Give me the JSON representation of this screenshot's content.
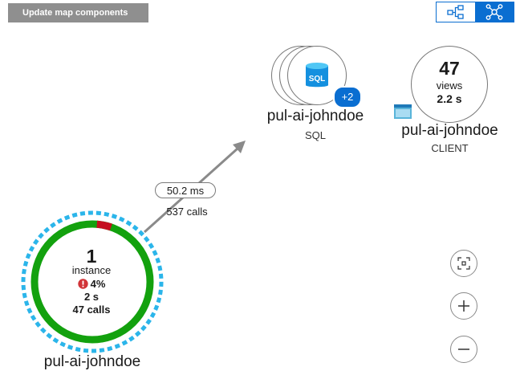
{
  "toolbar": {
    "update_label": "Update map components"
  },
  "view_toggle": {
    "options": [
      {
        "icon": "hierarchy-view-icon",
        "active": false
      },
      {
        "icon": "network-view-icon",
        "active": true
      }
    ],
    "accent": "#0a6ed1"
  },
  "edge": {
    "duration": "50.2 ms",
    "calls": "537 calls"
  },
  "sql_node": {
    "icon": "sql-database-icon",
    "icon_text": "SQL",
    "count_badge": "+2",
    "name": "pul-ai-johndoe",
    "type": "SQL"
  },
  "client_node": {
    "views_count": "47",
    "views_label": "views",
    "duration": "2.2 s",
    "icon": "browser-window-icon",
    "name": "pul-ai-johndoe",
    "type": "CLIENT"
  },
  "app_node": {
    "instances": "1",
    "instance_label": "instance",
    "failure_icon": "error-icon",
    "failure_rate": "4%",
    "duration": "2 s",
    "calls": "47 calls",
    "name": "pul-ai-johndoe",
    "failed_fraction": 0.04,
    "colors": {
      "success": "#13a10e",
      "failure": "#c50f1f",
      "selection": "#2bb5ea"
    }
  },
  "zoom_controls": [
    {
      "name": "zoom-to-fit-button",
      "icon": "fit-screen-icon"
    },
    {
      "name": "zoom-in-button",
      "icon": "plus-icon"
    },
    {
      "name": "zoom-out-button",
      "icon": "minus-icon"
    }
  ]
}
